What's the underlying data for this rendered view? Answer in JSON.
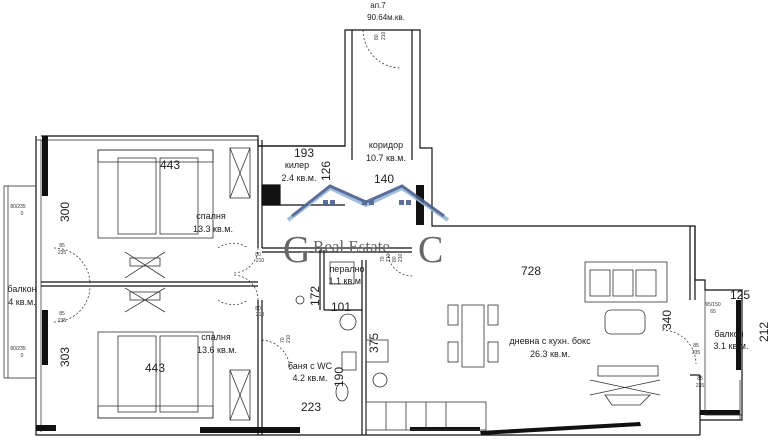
{
  "apartment": {
    "name": "ап.7",
    "area": "90.64м.кв."
  },
  "rooms": {
    "corridor": {
      "name": "коридор",
      "area": "10.7 кв.м."
    },
    "pantry": {
      "name": "килер",
      "area": "2.4 кв.м."
    },
    "bedroom1": {
      "name": "спалня",
      "area": "13.3 кв.м."
    },
    "bedroom2": {
      "name": "спалня",
      "area": "13.6 кв.м."
    },
    "balcony_left": {
      "name": "балкон",
      "area": "4 кв.м."
    },
    "laundry": {
      "name": "перално",
      "area": "1.1 кв.м."
    },
    "bathroom": {
      "name": "баня с WC",
      "area": "4.2 кв.м."
    },
    "living": {
      "name": "дневна с кухн. бокс",
      "area": "26.3 кв.м."
    },
    "balcony_right": {
      "name": "балкон",
      "area": "3.1 кв.м."
    }
  },
  "dimensions": {
    "d443_top": "443",
    "d193": "193",
    "d126": "126",
    "d140": "140",
    "d300": "300",
    "d728": "728",
    "d125": "125",
    "d212": "212",
    "d172": "172",
    "d101": "101",
    "d375": "375",
    "d340": "340",
    "d303": "303",
    "d443_bottom": "443",
    "d190": "190",
    "d223": "223"
  },
  "door_tags": {
    "entry": [
      "80",
      "210"
    ],
    "bed1": [
      "80",
      "210"
    ],
    "bed2": [
      "80",
      "210"
    ],
    "bath": [
      "70",
      "210"
    ],
    "laundry": [
      "70",
      "210"
    ],
    "corridor": [
      "80",
      "210"
    ],
    "win_top": [
      "80/235",
      "0"
    ],
    "win_left1": [
      "85",
      "235"
    ],
    "win_left2": [
      "85",
      "235"
    ],
    "win_bottom": [
      "80/235",
      "0"
    ],
    "win_right": [
      "95/150",
      "65"
    ],
    "win_right2": [
      "85",
      "235"
    ],
    "win_right3": [
      "85",
      "235"
    ]
  },
  "watermark": {
    "letter_g": "G",
    "text": "Real Estate",
    "letter_c": "C"
  },
  "colors": {
    "logo_blue": "#4a5f8e",
    "logo_gray": "#666666",
    "logo_light": "#9ab7d8"
  }
}
